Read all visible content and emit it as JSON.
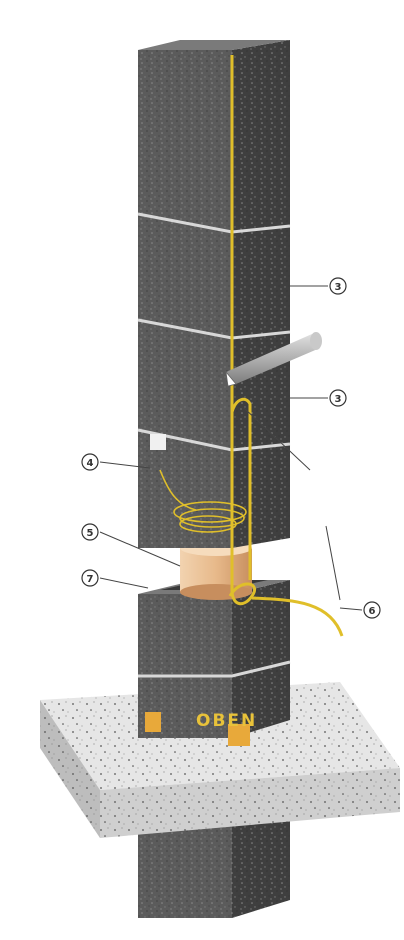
{
  "colors": {
    "block_front": "#5b5b5b",
    "block_side": "#3f3f3f",
    "block_top": "#7a7a7a",
    "joint": "#d8d8d8",
    "slab_top": "#e6e6e6",
    "slab_front": "#cfcfcf",
    "slab_side": "#bdbdbd",
    "cable": "#e0bf2a",
    "liner": "#e7b98a",
    "pipe": "#9a9a9a",
    "spacer": "#e8a93a",
    "leader": "#444444"
  },
  "markings": {
    "block_text": "OBEN"
  },
  "callouts": [
    {
      "id": "c3a",
      "num": "3"
    },
    {
      "id": "c3b",
      "num": "3"
    },
    {
      "id": "c4",
      "num": "4"
    },
    {
      "id": "c5",
      "num": "5"
    },
    {
      "id": "c7",
      "num": "7"
    },
    {
      "id": "c6",
      "num": "6"
    }
  ]
}
